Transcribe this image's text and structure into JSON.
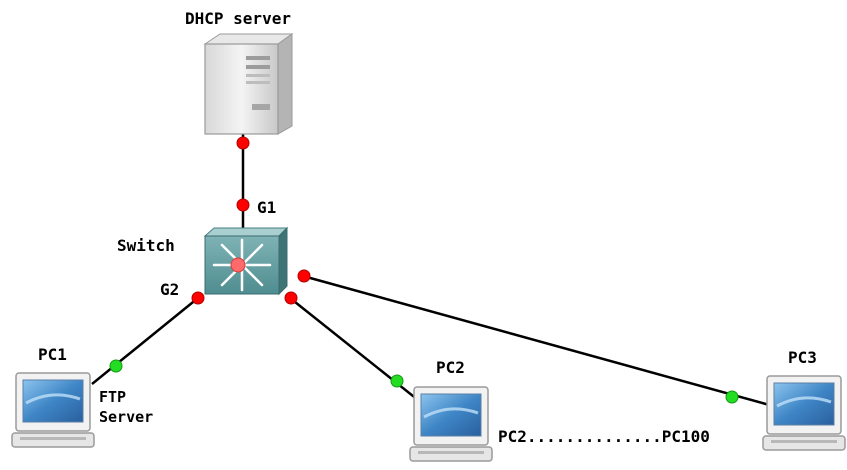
{
  "nodes": {
    "dhcp_server": {
      "label": "DHCP server"
    },
    "switch": {
      "label": "Switch"
    },
    "pc1": {
      "label": "PC1",
      "role_line1": "FTP",
      "role_line2": "Server"
    },
    "pc2": {
      "label": "PC2"
    },
    "pc3": {
      "label": "PC3"
    }
  },
  "ports": {
    "g1": "G1",
    "g2": "G2"
  },
  "range_label": "PC2..............PC100",
  "colors": {
    "link": "#000000",
    "port_down": "#ff0000",
    "port_up": "#22dd22",
    "switch_body": "#5f9ea0",
    "screen": "#4d8fc7"
  },
  "icons": {
    "server": "server-tower-icon",
    "switch": "layer3-switch-icon",
    "pc": "desktop-pc-icon"
  }
}
